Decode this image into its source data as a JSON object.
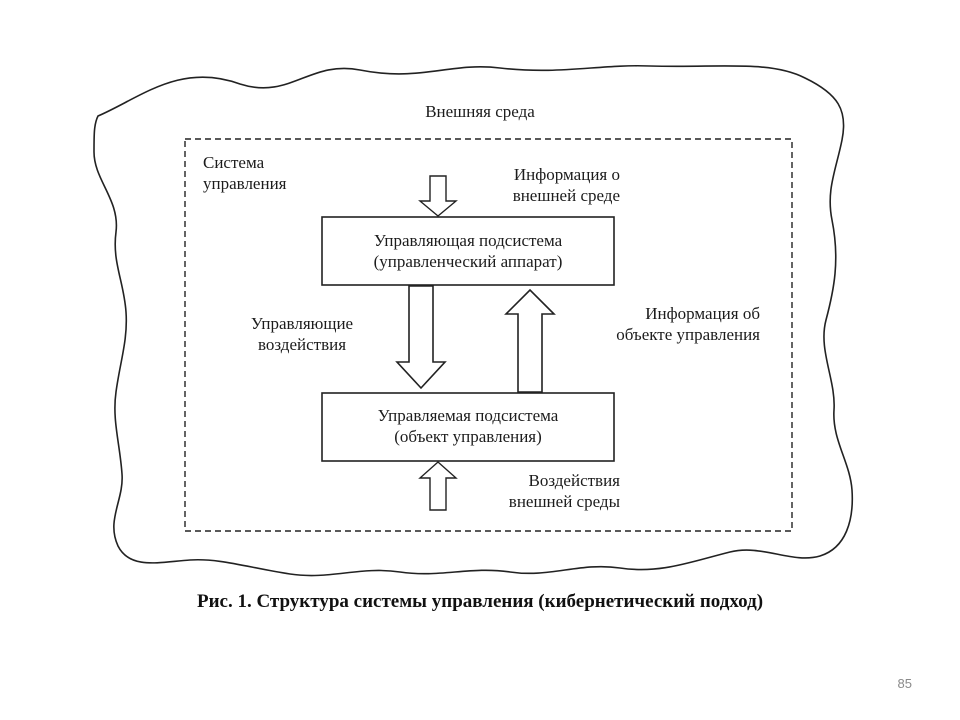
{
  "diagram": {
    "environment_label": "Внешняя среда",
    "system_label": [
      "Система",
      "управления"
    ],
    "managing_subsystem": [
      "Управляющая подсистема",
      "(управленческий аппарат)"
    ],
    "managed_subsystem": [
      "Управляемая подсистема",
      "(объект управления)"
    ],
    "info_environment": [
      "Информация о",
      "внешней среде"
    ],
    "control_actions": [
      "Управляющие",
      "воздействия"
    ],
    "info_object": [
      "Информация об",
      "объекте управления"
    ],
    "environment_actions": [
      "Воздействия",
      "внешней среды"
    ]
  },
  "caption": "Рис. 1. Структура системы управления (кибернетический подход)",
  "page_number": "85"
}
